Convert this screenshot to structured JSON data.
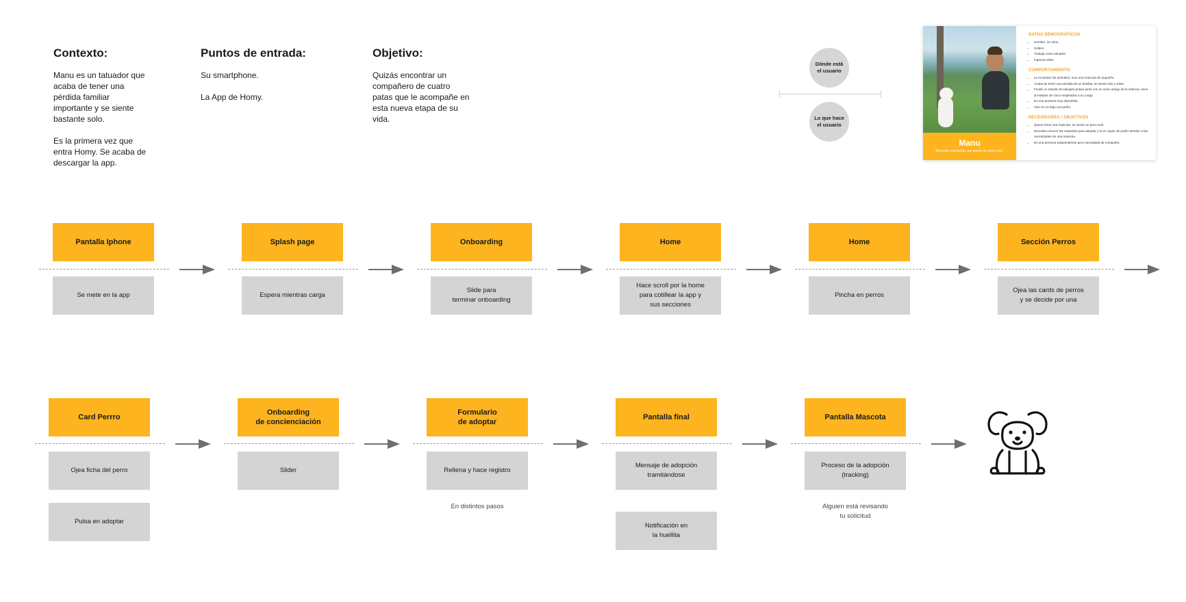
{
  "context": {
    "contexto": {
      "title": "Contexto:",
      "text": "Manu es un tatuador que\nacaba de tener una\npérdida familiar\nimportante y se siente\nbastante solo.\n\nEs la primera vez que\nentra Homy. Se acaba de\ndescargar la app."
    },
    "entrada": {
      "title": "Puntos de entrada:",
      "text": "Su smartphone.\n\nLa App de Homy."
    },
    "objetivo": {
      "title": "Objetivo:",
      "text": "Quizás encontrar un\ncompañero de cuatro\npatas que le acompañe en\nesta nueva etapa de su\nvida."
    }
  },
  "legend": {
    "where": "Dónde está\nel usuario",
    "what": "Lo que hace\nel usuario"
  },
  "persona": {
    "name": "Manu",
    "quote": "\"Necesito compañía, me siento un poco solo.\"",
    "sections": [
      {
        "title": "DATOS DEMOGRÁFICOS",
        "items": [
          "Hombre, 31 años.",
          "Soltero",
          "Trabaja como tatuador.",
          "Ingresos altos."
        ]
      },
      {
        "title": "COMPORTAMIENTO",
        "items": [
          "Le encantan los animales, tuvo una mascota de pequeño.",
          "Acaba de tener una pérdida de un familiar, se siente solo y triste.",
          "Fundó un estudio de tatuajes propio junto con un socio amigo de la infancia, tiene al rededor de cinco empleados a su cargo.",
          "Es una persona muy deportista.",
          "Vive en un bajo con jardín."
        ]
      },
      {
        "title": "NECESIDADES / OBJETIVOS",
        "items": [
          "Quiere tener una mascota, se siente un poco solo.",
          "Necesita conocer los requisitos para adoptar y si es capaz de poder atender a las necesidades de una mascota.",
          "Es una persona independiente pero necesitada de compañía."
        ]
      }
    ]
  },
  "row1": [
    {
      "title": "Pantalla Iphone",
      "action": "Se mete en la app"
    },
    {
      "title": "Splash page",
      "action": "Espera mientras carga"
    },
    {
      "title": "Onboarding",
      "action": "Slide para\nterminar onboarding"
    },
    {
      "title": "Home",
      "action": "Hace scroll por la home\npara cotillear la app y\nsus secciones"
    },
    {
      "title": "Home",
      "action": "Pincha en perros"
    },
    {
      "title": "Sección Perros",
      "action": "Ojea las cards de perros\ny se decide por una"
    }
  ],
  "row2": [
    {
      "title": "Card Perrro",
      "action": "Ojea ficha del perro",
      "extra": "Pulsa en adoptar"
    },
    {
      "title": "Onboarding\nde concienciación",
      "action": "Slider"
    },
    {
      "title": "Formulario\nde adoptar",
      "action": "Rellena y hace registro",
      "note": "En distintos pasos"
    },
    {
      "title": "Pantalla final",
      "action": "Mensaje de adopción\ntramitándose",
      "extra": "Notificación en\nla huellita"
    },
    {
      "title": "Pantalla Mascota",
      "action": "Proceso de la adopción\n(tracking)",
      "note": "Alguien está revisando\ntu solicitud"
    }
  ],
  "colors": {
    "accent": "#fdb41f",
    "action_box": "#d4d4d4",
    "arrow": "#6e6e6e"
  },
  "icons": {
    "end": "dog-icon"
  }
}
